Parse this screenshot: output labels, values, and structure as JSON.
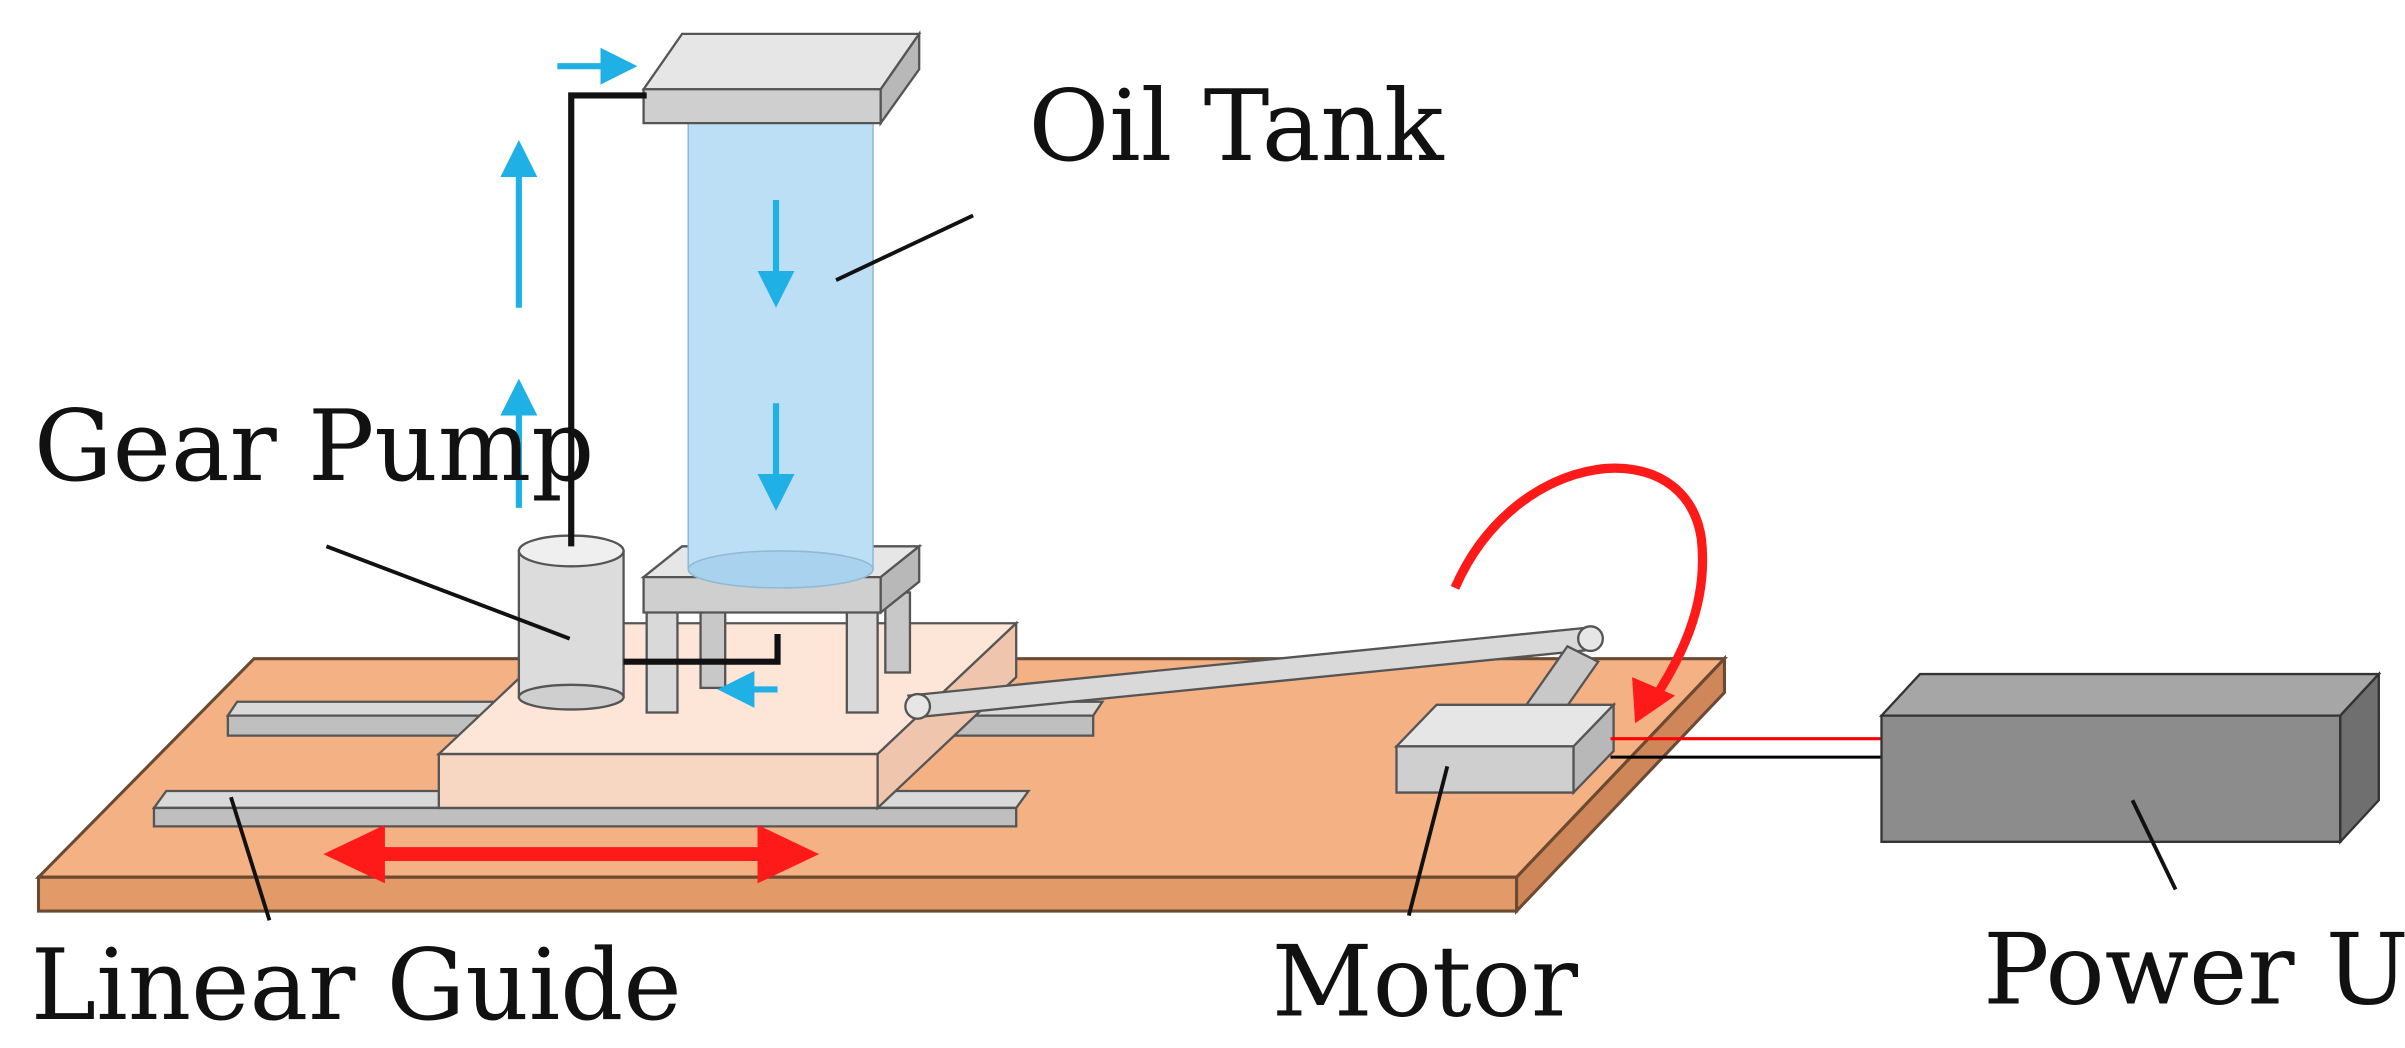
{
  "labels": {
    "oil_tank": "Oil Tank",
    "gear_pump": "Gear Pump",
    "linear_guide": "Linear Guide",
    "motor": "Motor",
    "power_unit": "Power Unit"
  },
  "colors": {
    "base_plate": "#f4b184",
    "base_plate_edge": "#c98a5e",
    "slider_block": "#fbe3d3",
    "metal_light": "#d9d9d9",
    "metal_edge": "#7f7f7f",
    "oil": "#bcdff5",
    "power_unit": "#8c8c8c",
    "flow_arrow": "#1fb1e6",
    "motion_arrow": "#ff1a1a",
    "wire_red": "#ff0000",
    "wire_black": "#000000"
  }
}
